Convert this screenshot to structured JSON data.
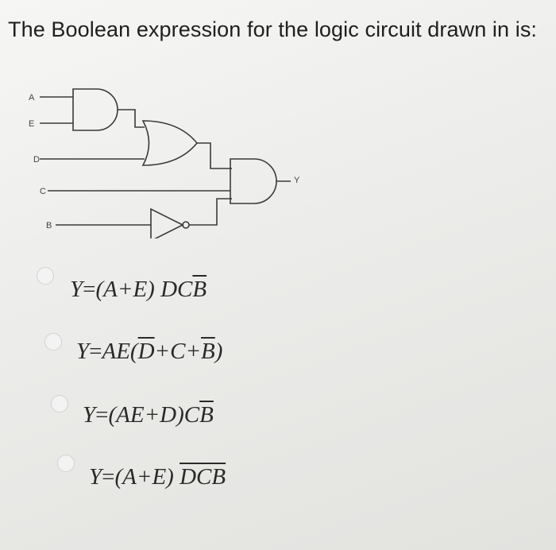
{
  "question": {
    "text": "The Boolean expression for the logic circuit drawn in is:"
  },
  "circuit": {
    "inputs": [
      "A",
      "E",
      "D",
      "C",
      "B"
    ],
    "output": "Y",
    "gates": [
      "AND",
      "OR",
      "AND",
      "NOT"
    ]
  },
  "options": [
    {
      "id": "a",
      "selected": false,
      "parts": {
        "lhs": "Y",
        "eq": "=",
        "p1": "(A+E)",
        "p2": "DC",
        "p3": "B"
      }
    },
    {
      "id": "b",
      "selected": false,
      "parts": {
        "lhs": "Y",
        "eq": "=",
        "p1": "AE(",
        "p2": "D",
        "p3": "+C+",
        "p4": "B",
        "p5": ")"
      }
    },
    {
      "id": "c",
      "selected": false,
      "parts": {
        "lhs": "Y",
        "eq": "=",
        "p1": "(AE+D)C",
        "p2": "B"
      }
    },
    {
      "id": "d",
      "selected": false,
      "parts": {
        "lhs": "Y",
        "eq": "=",
        "p1": "(A+E)",
        "p2": "DCB"
      }
    }
  ]
}
